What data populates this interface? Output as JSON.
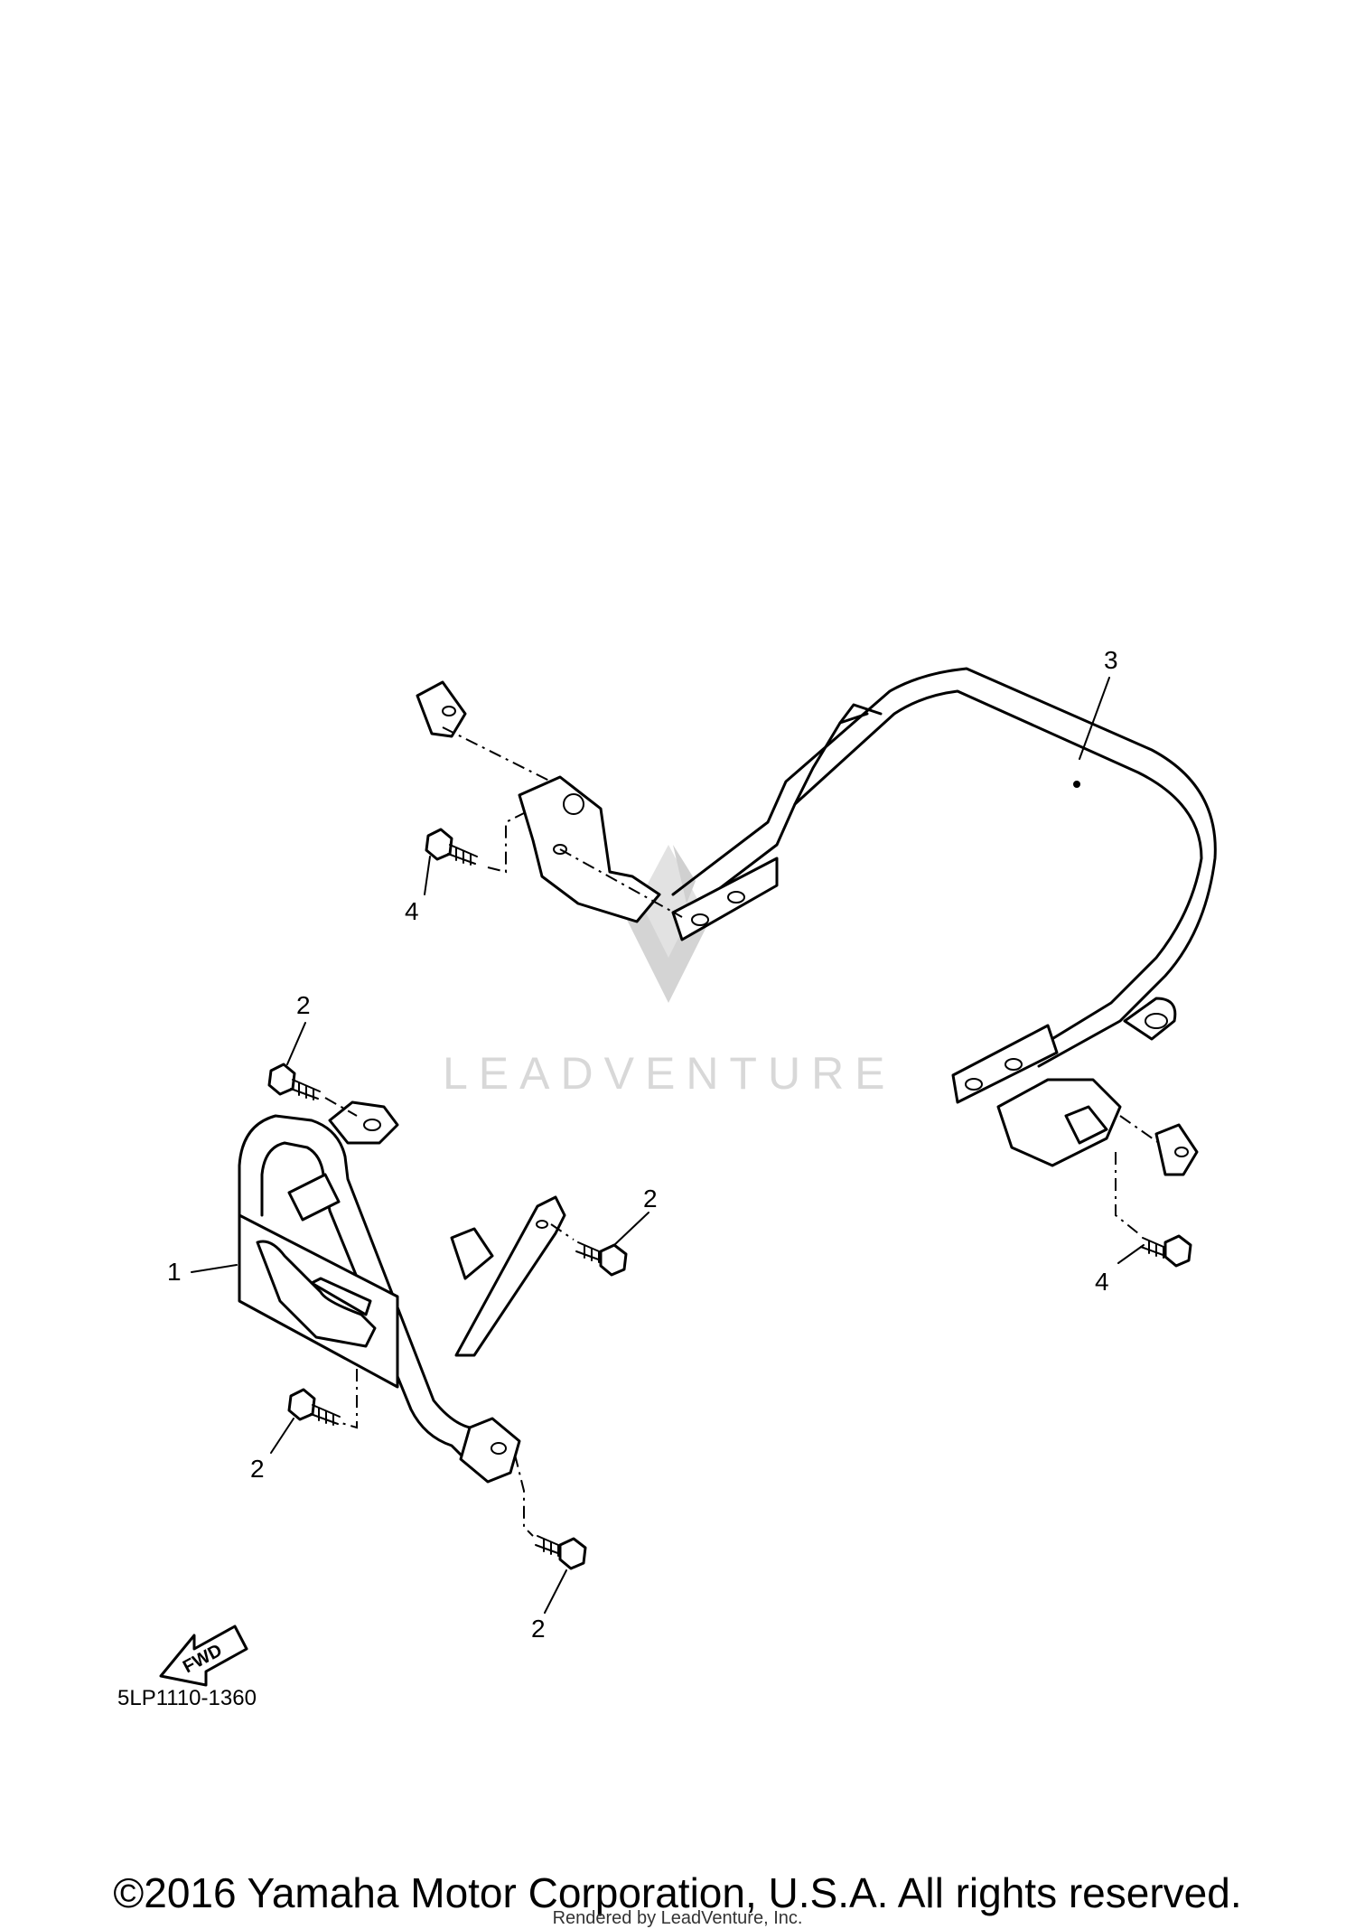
{
  "watermark": {
    "text": "LEADVENTURE"
  },
  "callouts": {
    "c1": "1",
    "c2a": "2",
    "c2b": "2",
    "c2c": "2",
    "c2d": "2",
    "c3": "3",
    "c4a": "4",
    "c4b": "4"
  },
  "fwd_arrow": {
    "label": "FWD"
  },
  "diagram_code": "5LP1110-1360",
  "footer": {
    "copyright": "©2016 Yamaha Motor Corporation, U.S.A. All rights reserved.",
    "rendered_by": "Rendered by LeadVenture, Inc."
  }
}
